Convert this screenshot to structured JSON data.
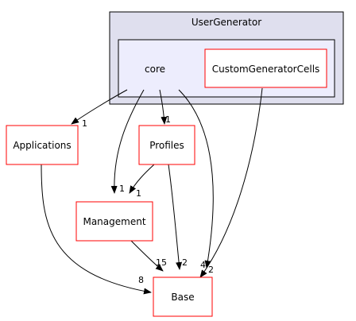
{
  "colors": {
    "outer_cluster_fill": "#dfdfee",
    "inner_cluster_fill": "#ededfd",
    "cluster_stroke": "#000000",
    "node_stroke": "#ff0000",
    "node_fill": "#ffffff",
    "edge": "#000000"
  },
  "clusters": {
    "outer": {
      "label": "UserGenerator"
    }
  },
  "nodes": {
    "core": {
      "label": "core"
    },
    "cgc": {
      "label": "CustomGeneratorCells"
    },
    "applications": {
      "label": "Applications"
    },
    "profiles": {
      "label": "Profiles"
    },
    "management": {
      "label": "Management"
    },
    "base": {
      "label": "Base"
    }
  },
  "edges": [
    {
      "from": "core",
      "to": "applications",
      "count": "1"
    },
    {
      "from": "core",
      "to": "profiles",
      "count": "1"
    },
    {
      "from": "core",
      "to": "management",
      "count": "1"
    },
    {
      "from": "core",
      "to": "base",
      "count": "4"
    },
    {
      "from": "cgc",
      "to": "base",
      "count": "2"
    },
    {
      "from": "applications",
      "to": "base",
      "count": "8"
    },
    {
      "from": "profiles",
      "to": "management",
      "count": "1"
    },
    {
      "from": "profiles",
      "to": "base",
      "count": "2"
    },
    {
      "from": "management",
      "to": "base",
      "count": "15"
    }
  ]
}
